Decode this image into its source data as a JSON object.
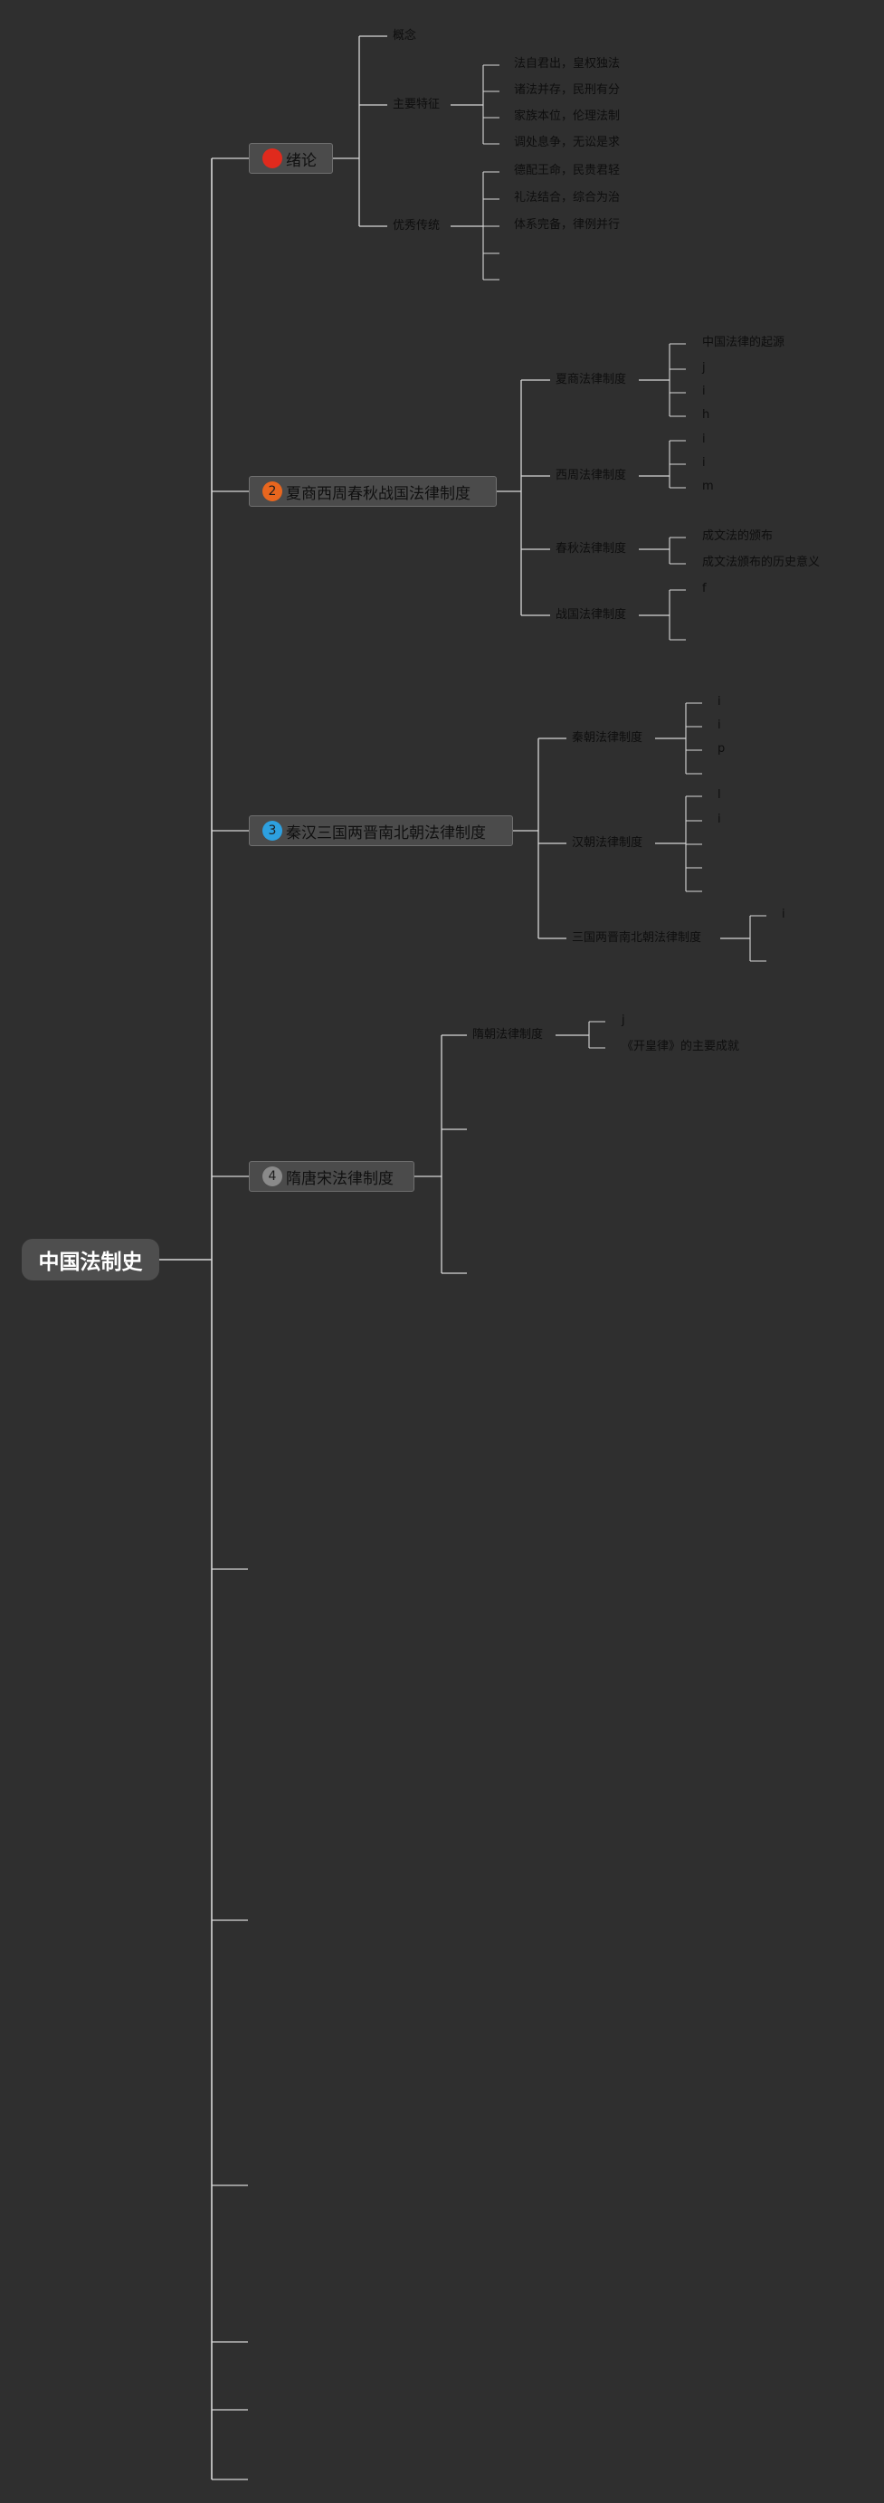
{
  "root": {
    "label": "中国法制史"
  },
  "branches": [
    {
      "number": "",
      "badge_color": "#e02a1d",
      "label": "绪论",
      "children": [
        {
          "label": "概念",
          "leaves": []
        },
        {
          "label": "主要特征",
          "leaves": [
            "法自君出，皇权独法",
            "诸法并存，民刑有分",
            "家族本位，伦理法制",
            "调处息争，无讼是求"
          ]
        },
        {
          "label": "优秀传统",
          "leaves": [
            "德配王命，民贵君轻",
            "礼法结合，综合为治",
            "体系完备，律例并行",
            "",
            ""
          ]
        }
      ]
    },
    {
      "number": "2",
      "badge_color": "#e8661e",
      "label": "夏商西周春秋战国法律制度",
      "children": [
        {
          "label": "夏商法律制度",
          "leaves": [
            "中国法律的起源",
            "j",
            "i",
            "h"
          ]
        },
        {
          "label": "西周法律制度",
          "leaves": [
            "i",
            "i",
            "m"
          ]
        },
        {
          "label": "春秋法律制度",
          "leaves": [
            "成文法的颁布",
            "成文法颁布的历史意义"
          ]
        },
        {
          "label": "战国法律制度",
          "leaves": [
            "f",
            ""
          ]
        }
      ]
    },
    {
      "number": "3",
      "badge_color": "#2da0e0",
      "label": "秦汉三国两晋南北朝法律制度",
      "children": [
        {
          "label": "秦朝法律制度",
          "leaves": [
            "i",
            "i",
            "p",
            ""
          ]
        },
        {
          "label": "汉朝法律制度",
          "leaves": [
            "l",
            "i",
            "",
            "",
            ""
          ]
        },
        {
          "label": "三国两晋南北朝法律制度",
          "leaves": [
            "i",
            ""
          ]
        }
      ]
    },
    {
      "number": "4",
      "badge_color": "#8a8a8a",
      "label": "隋唐宋法律制度",
      "children": [
        {
          "label": "隋朝法律制度",
          "leaves": [
            "j",
            "《开皇律》的主要成就"
          ]
        },
        {
          "label": "",
          "leaves": []
        },
        {
          "label": "",
          "leaves": []
        }
      ]
    },
    {
      "number": "",
      "badge_color": "",
      "label": "",
      "children": []
    },
    {
      "number": "",
      "badge_color": "",
      "label": "",
      "children": []
    },
    {
      "number": "",
      "badge_color": "",
      "label": "",
      "children": []
    },
    {
      "number": "",
      "badge_color": "",
      "label": "",
      "children": []
    },
    {
      "number": "",
      "badge_color": "",
      "label": "",
      "children": []
    },
    {
      "number": "",
      "badge_color": "",
      "label": "",
      "children": []
    }
  ],
  "colors": {
    "background": "#2f2f2f",
    "connector": "#d8d8d8",
    "topic_fill": "#4b4b4b",
    "root_fill": "#4e4e4e"
  }
}
